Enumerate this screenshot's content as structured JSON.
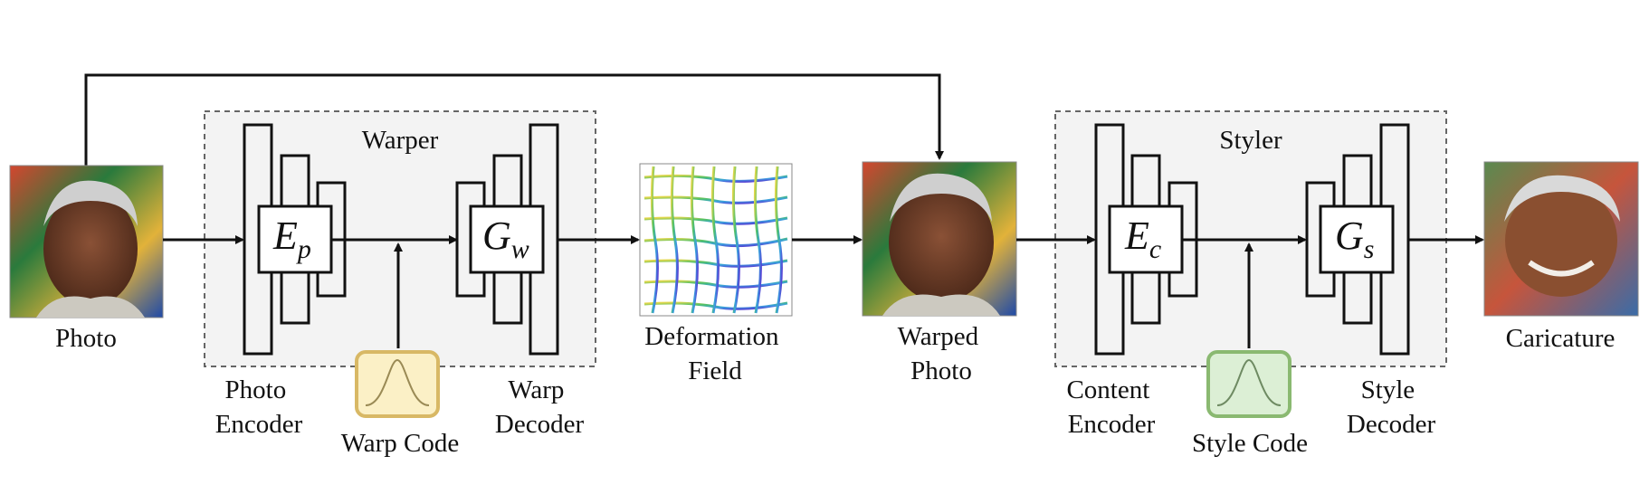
{
  "colors": {
    "stroke": "#111111",
    "module_fill": "#f3f3f3",
    "module_border": "#666666",
    "warp_code_fill": "#fbf0c6",
    "warp_code_border": "#d8b865",
    "style_code_fill": "#dcefd5",
    "style_code_border": "#8ab971",
    "face_skin": "#6b3b26",
    "face_hair": "#cfcfcf"
  },
  "nodes": {
    "photo": {
      "label": "Photo"
    },
    "deformation_field": {
      "line1": "Deformation",
      "line2": "Field"
    },
    "warped_photo": {
      "line1": "Warped",
      "line2": "Photo"
    },
    "caricature": {
      "label": "Caricature"
    }
  },
  "warper": {
    "title": "Warper",
    "encoder": {
      "symbol": "E",
      "subscript": "p",
      "line1": "Photo",
      "line2": "Encoder"
    },
    "decoder": {
      "symbol": "G",
      "subscript": "w",
      "line1": "Warp",
      "line2": "Decoder"
    },
    "code": {
      "label": "Warp Code",
      "icon": "gaussian-curve-icon"
    }
  },
  "styler": {
    "title": "Styler",
    "encoder": {
      "symbol": "E",
      "subscript": "c",
      "line1": "Content",
      "line2": "Encoder"
    },
    "decoder": {
      "symbol": "G",
      "subscript": "s",
      "line1": "Style",
      "line2": "Decoder"
    },
    "code": {
      "label": "Style Code",
      "icon": "gaussian-curve-icon"
    }
  }
}
